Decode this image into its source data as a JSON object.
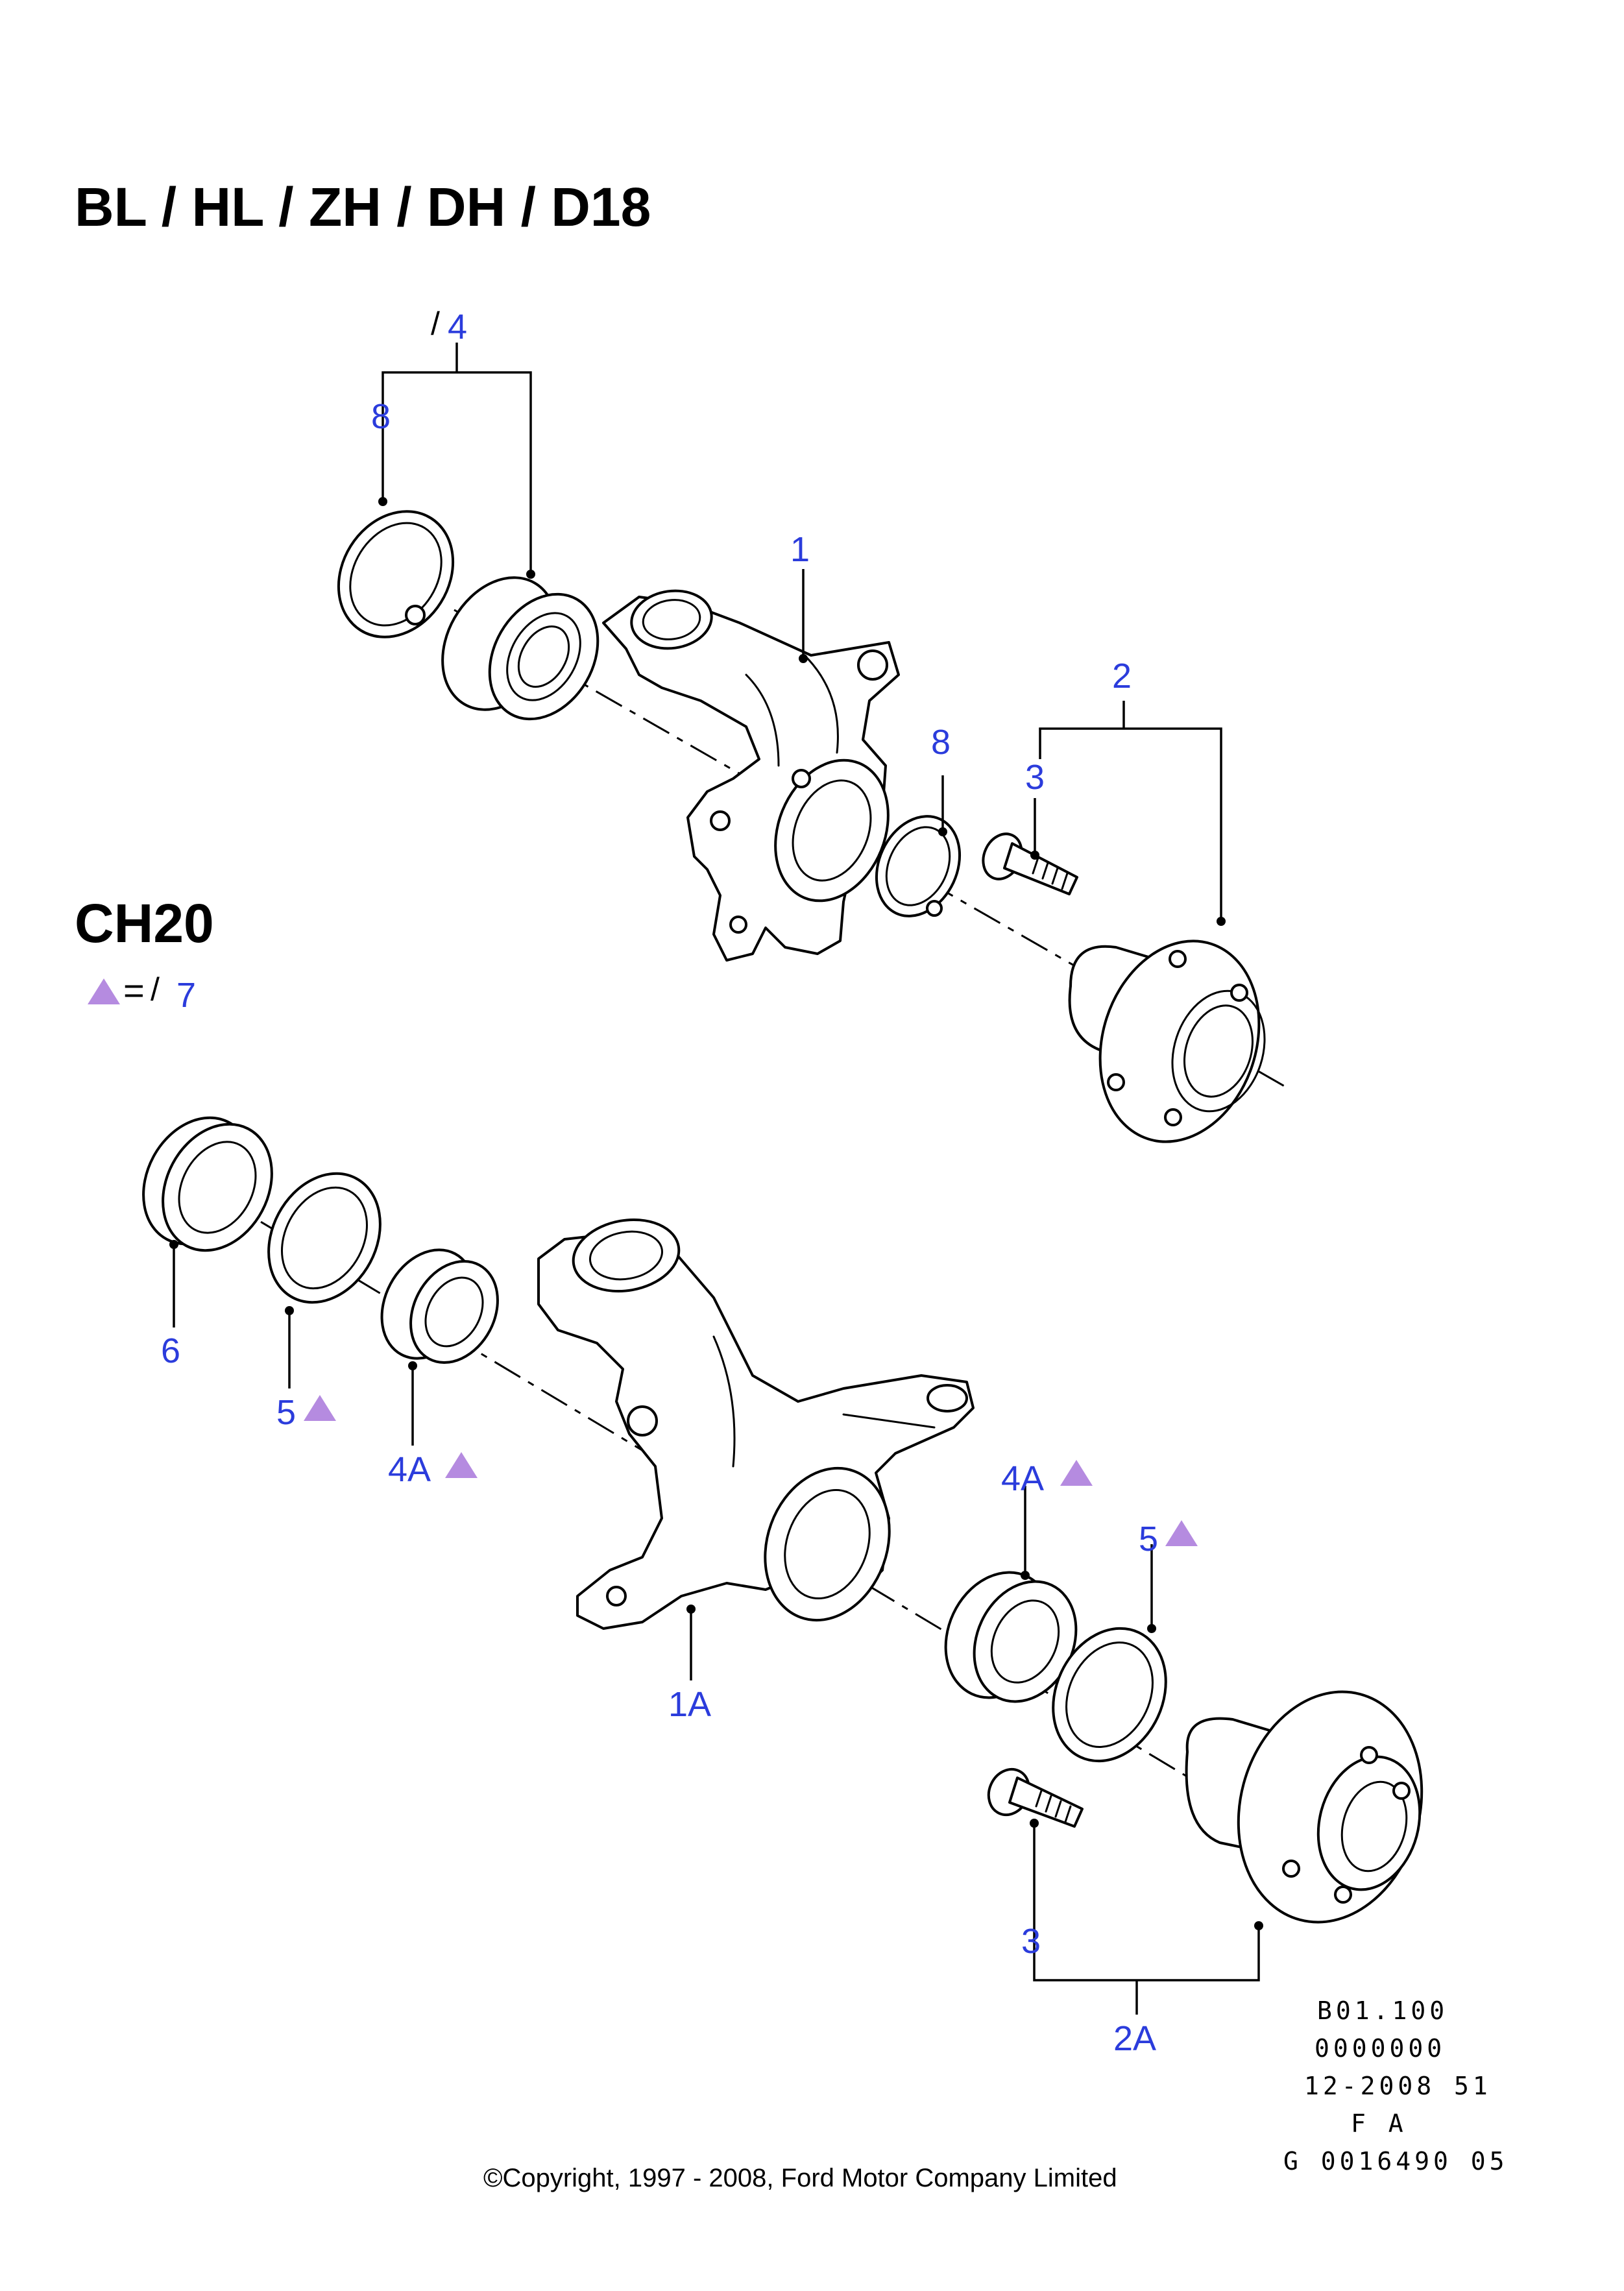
{
  "headings": {
    "top_variant": "BL / HL / ZH / DH / D18",
    "bottom_variant": "CH20"
  },
  "legend": {
    "symbol": "triangle-marker",
    "equals": "=",
    "slash_glyph": "/",
    "ref": "7"
  },
  "callouts_top": {
    "group_4": "4",
    "p8_left": "8",
    "p1": "1",
    "p2": "2",
    "p8_right": "8",
    "p3": "3"
  },
  "callouts_bottom": {
    "p6": "6",
    "p5_left": "5",
    "p4a_left": "4A",
    "p1a": "1A",
    "p4a_right": "4A",
    "p5_right": "5",
    "p3": "3",
    "p2a": "2A"
  },
  "reference_block": {
    "line1": "B01.100",
    "line2": "0000000",
    "line3": "12-2008 51",
    "line4": "F A",
    "line5": "G 0016490 05"
  },
  "copyright": "©Copyright, 1997 - 2008, Ford Motor Company Limited",
  "colors": {
    "callout_text": "#2b3cdc",
    "triangle_marker": "#b58be0",
    "line_art": "#000000"
  }
}
